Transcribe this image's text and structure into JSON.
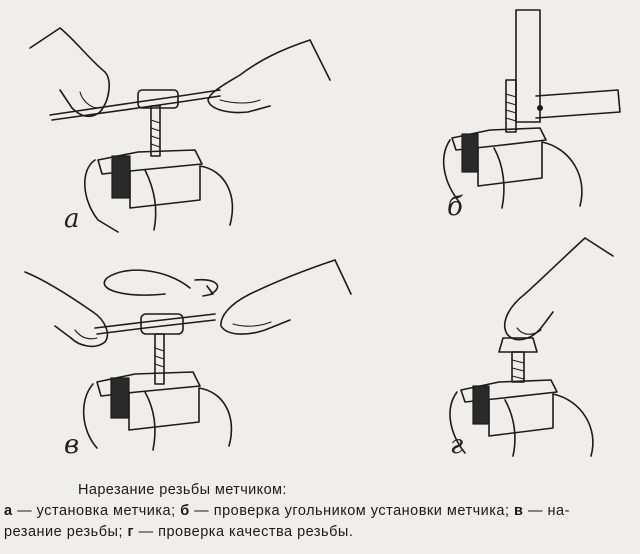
{
  "figures": [
    {
      "letter": "а",
      "description": "tap setup"
    },
    {
      "letter": "б",
      "description": "square check"
    },
    {
      "letter": "в",
      "description": "thread cutting"
    },
    {
      "letter": "г",
      "description": "thread quality check"
    }
  ],
  "caption": {
    "title": "Нарезание резьбы метчиком:",
    "line1": {
      "a_key": "а",
      "a_text": " — установка метчика; ",
      "b_key": "б",
      "b_text": " — проверка угольником установки метчика; ",
      "v_key": "в",
      "v_text": " — на-"
    },
    "line2": {
      "v_cont": "резание резьбы; ",
      "g_key": "г",
      "g_text": " — проверка качества резьбы."
    }
  }
}
